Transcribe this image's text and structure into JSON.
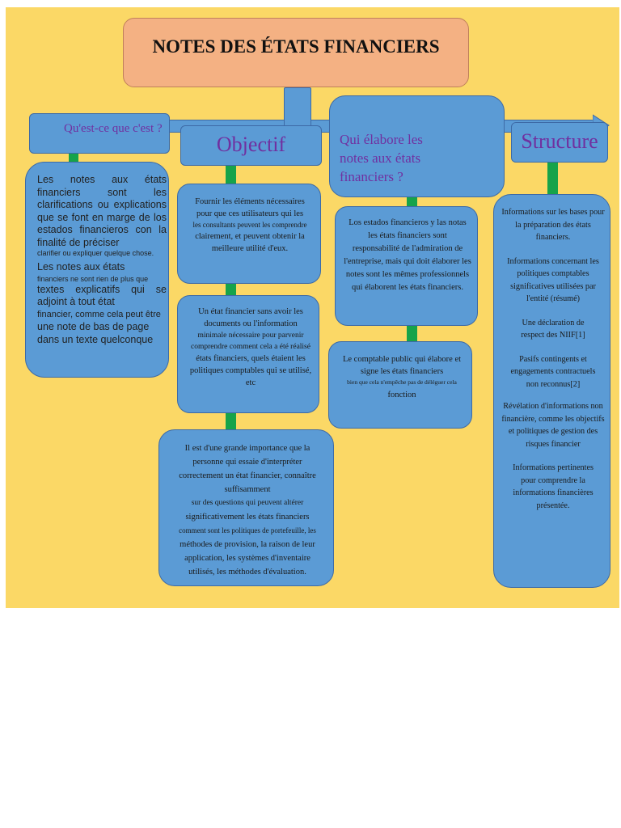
{
  "title": "NOTES DES ÉTATS FINANCIERS",
  "headers": {
    "quest": "Qu'est-ce que c'est ?",
    "objectif": "Objectif",
    "qui": "Qui élabore les notes aux états financiers ?",
    "structure": "Structure"
  },
  "col1": {
    "p1": "Les notes aux états financiers sont les clarifications ou explications que se font en marge de los estados financieros con la finalité de préciser",
    "p1_small": "clarifier ou expliquer quelque chose.",
    "p2a": "Les notes aux états",
    "p2_small": "financiers ne sont rien de plus que",
    "p2b": "textes explicatifs qui se adjoint à tout état",
    "p2_c": "financier, comme cela peut être",
    "p2d": "une note de bas de page dans un texte quelconque"
  },
  "col2": {
    "b1": "Fournir les éléments nécessaires pour que ces utilisateurs qui les",
    "b1_small": "les consultants peuvent les comprendre",
    "b1b": "clairement, et peuvent obtenir la meilleure utilité d'eux.",
    "b2": "Un état financier sans avoir les documents ou l'information",
    "b2_small": "minimale nécessaire pour parvenir comprendre comment cela a été réalisé",
    "b2b": "états financiers, quels étaient les politiques comptables qui se utilisé, etc",
    "b3": "Il est d'une grande importance que la personne qui essaie d'interpréter correctement un état financier, connaître suffisamment",
    "b3_small": "sur des questions qui peuvent altérer",
    "b3b": "significativement les états financiers",
    "b3_small2": "comment sont les politiques de portefeuille, les",
    "b3c": "méthodes de provision, la raison de leur application, les systèmes d'inventaire utilisés, les méthodes d'évaluation."
  },
  "col3": {
    "b1": "Los estados financieros y las notas les états financiers sont responsabilité de l'admiration de l'entreprise, mais qui doit élaborer les notes sont les mêmes professionnels qui élaborent les états financiers.",
    "b2": "Le comptable public qui élabore et signe les états financiers",
    "b2_small": "bien que cela n'empêche pas de déléguer cela",
    "b2b": "fonction"
  },
  "col4": {
    "items": [
      "Informations sur les bases pour la préparation des états financiers.",
      "Informations concernant les politiques comptables significatives utilisées par l'entité (résumé)",
      "Une déclaration de respect des NIIF[1]",
      "Pasifs contingents et engagements contractuels non reconnus[2]",
      "Révélation d'informations non financière, comme les objectifs et politiques de gestion des risques financier",
      "Informations pertinentes pour comprendre la informations financières présentée."
    ]
  },
  "colors": {
    "background": "#fbd866",
    "title_box": "#f4b183",
    "box": "#5b9bd5",
    "connector": "#16a34a",
    "header_text": "#7030a0"
  }
}
